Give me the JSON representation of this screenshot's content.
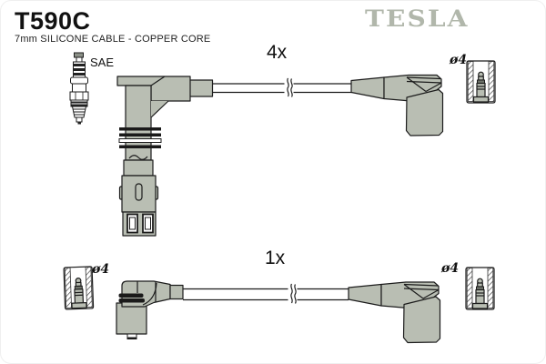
{
  "header": {
    "part_number": "T590C",
    "subtitle": "7mm SILICONE CABLE - COPPER CORE",
    "brand_logo": "TESLA"
  },
  "diagram": {
    "spark_plug_standard": "SAE",
    "top_cable": {
      "quantity": "4x",
      "terminal_diameter": "ø4"
    },
    "bottom_cable": {
      "quantity": "1x",
      "terminal_diameter_left": "ø4",
      "terminal_diameter_right": "ø4"
    }
  },
  "colors": {
    "part_fill": "#b9beb3",
    "outline": "#1c1c1c",
    "brand_gray": "#b1b7ab",
    "dark_band": "#1a1a1a",
    "background": "#ffffff"
  }
}
